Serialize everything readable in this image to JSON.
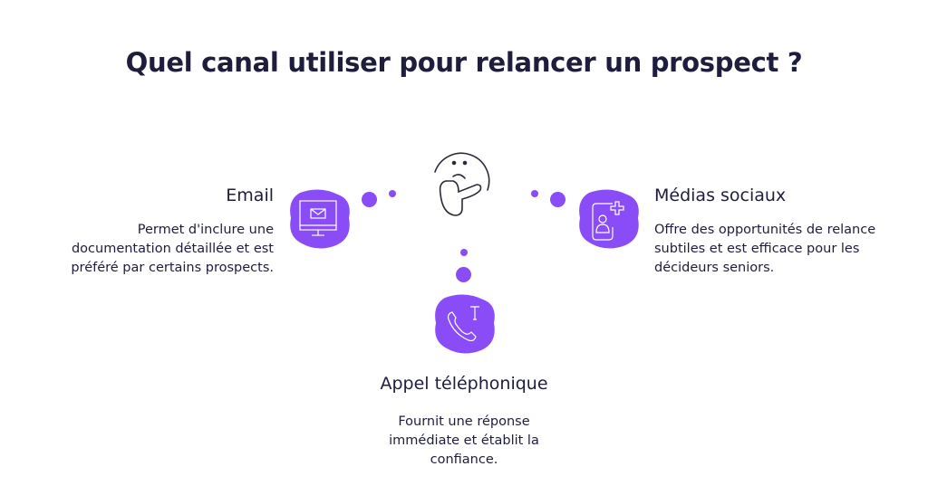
{
  "title": "Quel canal utiliser pour relancer un prospect ?",
  "accent": "#8a4cf6",
  "channels": [
    {
      "name": "Email",
      "icon": "monitor-email-icon",
      "description": "Permet d'inclure une documentation détaillée et est préféré par certains prospects."
    },
    {
      "name": "Médias sociaux",
      "icon": "phone-add-user-icon",
      "description": "Offre des opportunités de relance subtiles et est efficace pour les décideurs seniors."
    },
    {
      "name": "Appel téléphonique",
      "icon": "phone-call-icon",
      "description": "Fournit une réponse immédiate et établit la confiance."
    }
  ]
}
